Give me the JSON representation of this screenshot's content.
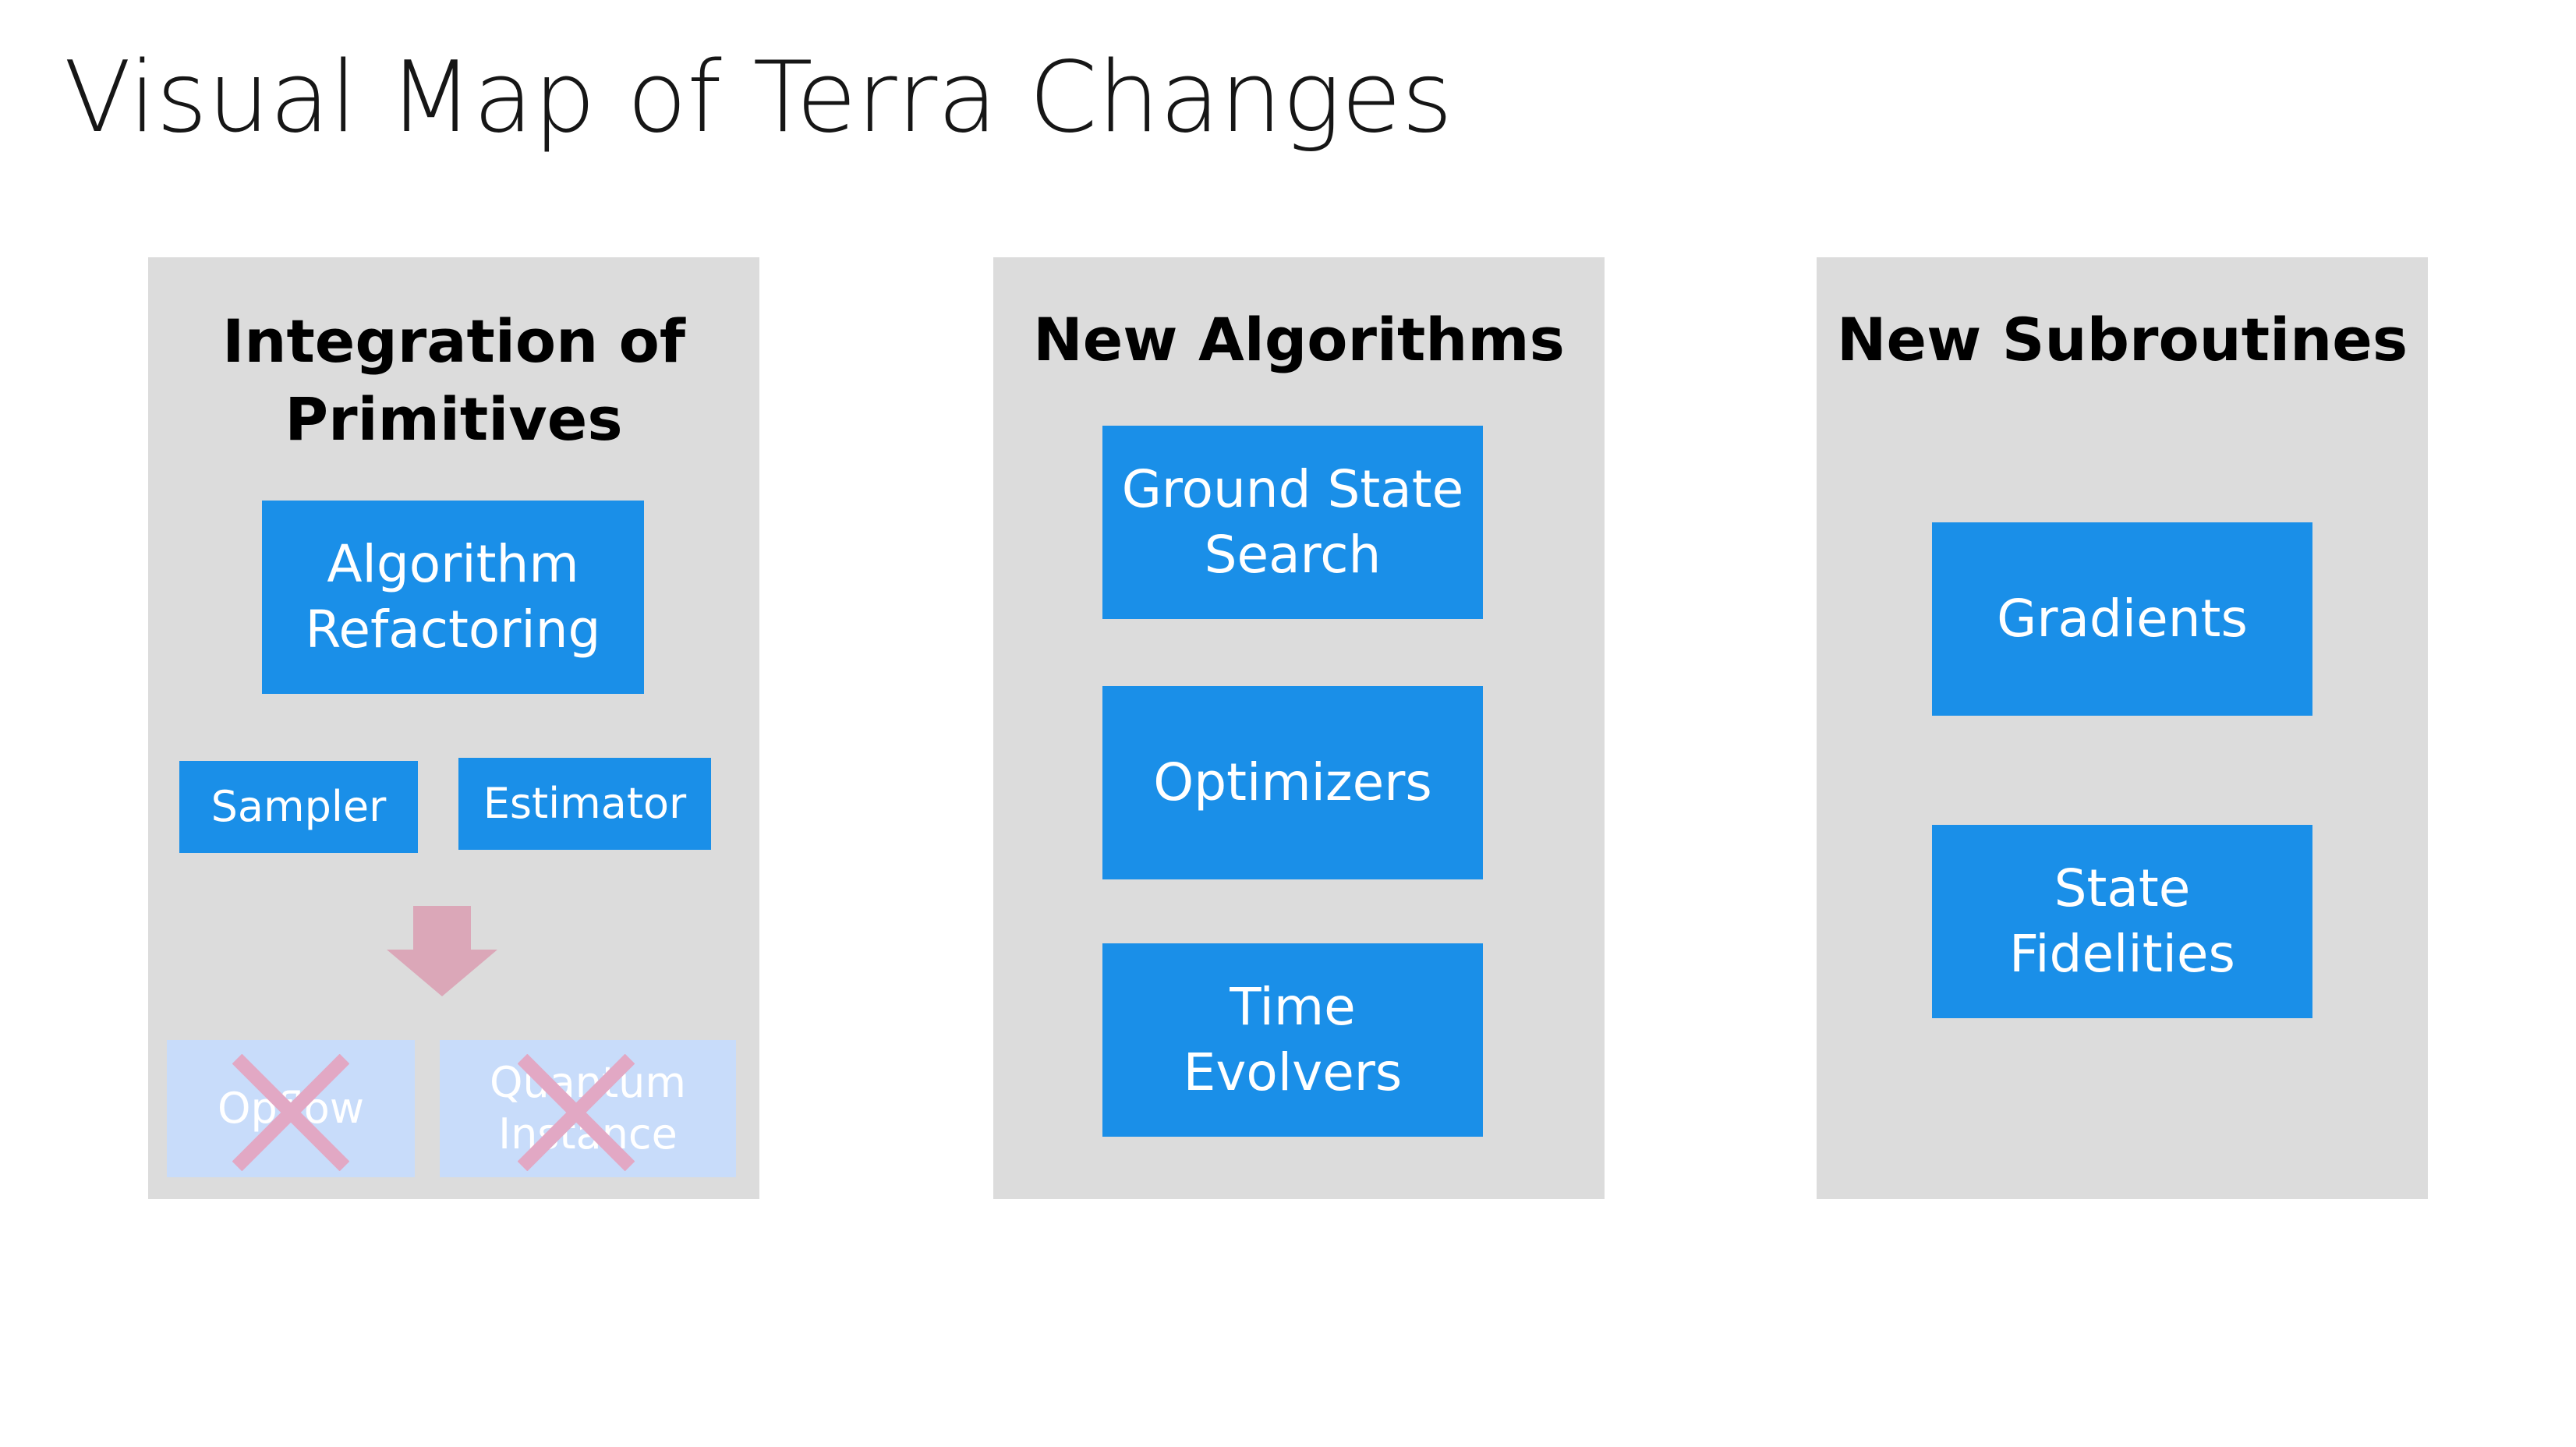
{
  "title": "Visual Map of Terra Changes",
  "colors": {
    "panel_bg": "#dcdcdc",
    "box_blue": "#1a8fe8",
    "box_faded": "#c8dcfa",
    "arrow_pink": "#dba7b8",
    "cross_pink": "#e2a8c4"
  },
  "panels": {
    "primitives": {
      "heading_line1": "Integration of",
      "heading_line2": "Primitives",
      "algorithm_refactoring": [
        "Algorithm",
        "Refactoring"
      ],
      "sampler": "Sampler",
      "estimator": "Estimator",
      "deprecated_opflow": "Opflow",
      "deprecated_quantum_instance": [
        "Quantum",
        "Instance"
      ],
      "arrow_icon": "down-arrow-icon",
      "cross_icon": "cross-out-icon"
    },
    "algorithms": {
      "heading": "New Algorithms",
      "ground_state_search": [
        "Ground State",
        "Search"
      ],
      "optimizers": "Optimizers",
      "time_evolvers": [
        "Time",
        "Evolvers"
      ]
    },
    "subroutines": {
      "heading": "New Subroutines",
      "gradients": "Gradients",
      "state_fidelities": [
        "State",
        "Fidelities"
      ]
    }
  }
}
